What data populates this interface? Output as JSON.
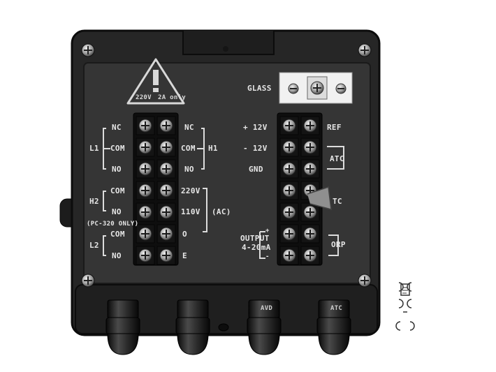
{
  "warning": {
    "voltage": "220V",
    "current": "2A only"
  },
  "glass_label": "GLASS",
  "left_labels": {
    "nc1": "NC",
    "com1": "COM",
    "no1": "NO",
    "l1": "L1",
    "h2": "H2",
    "com2": "COM",
    "no2": "NO",
    "pc_note": "(PC-320 ONLY)",
    "l2": "L2",
    "com3": "COM",
    "no3": "NO"
  },
  "mid_labels": {
    "nc": "NC",
    "com": "COM",
    "h1": "H1",
    "no": "NO",
    "v220": "220V",
    "v110": "110V",
    "ac": "(AC)",
    "o": "O",
    "e": "E"
  },
  "right_left_labels": {
    "plus12": "+ 12V",
    "minus12": "- 12V",
    "gnd": "GND",
    "output": "OUTPUT",
    "range": "4-20mA",
    "plus": "+",
    "minus": "-"
  },
  "right_side_labels": {
    "ref": "REF",
    "atc": "ATC",
    "tc": "TC",
    "orp": "ORP"
  },
  "gland_tags": [
    "",
    "",
    "AVD",
    "ATC"
  ],
  "colors": {
    "housing": "#2b2b2b",
    "housing_edge": "#111111",
    "panel": "#333333",
    "terminal": "#0e0e0e",
    "screw": "#cfcfcf"
  },
  "icons": [
    "warning-triangle-icon",
    "phillips-screw-icon",
    "cable-gland-icon",
    "document-icon",
    "bracket-icon"
  ]
}
